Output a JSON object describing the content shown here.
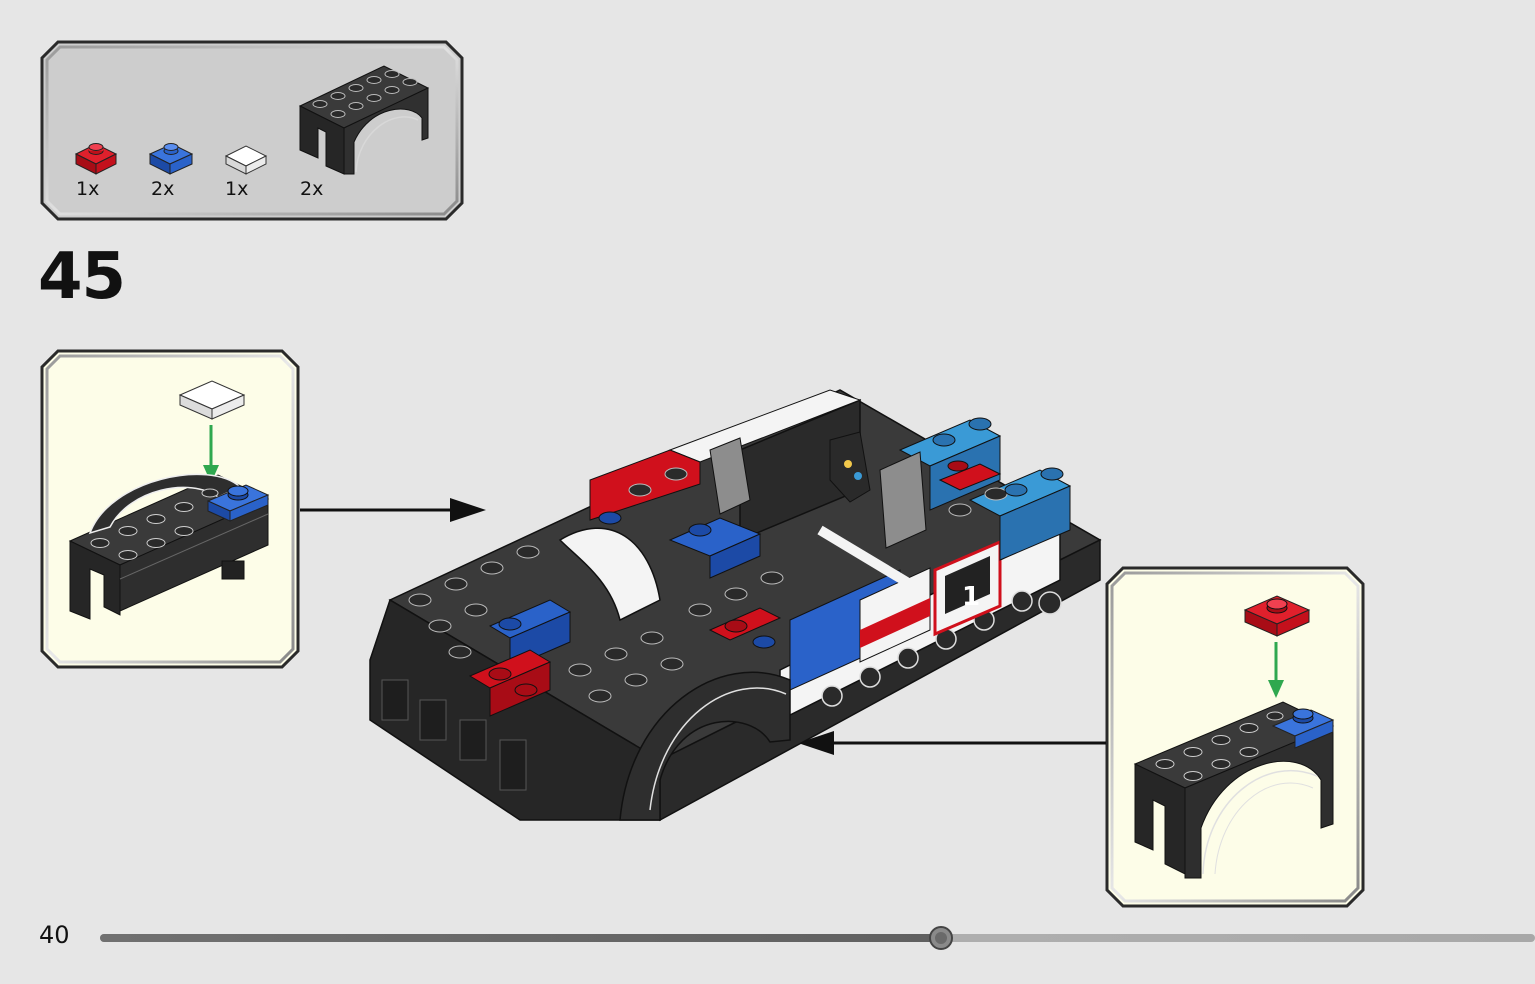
{
  "parts_list": {
    "items": [
      {
        "name": "red-plate-1x1",
        "quantity": "1x",
        "color": "#d0101c"
      },
      {
        "name": "blue-plate-1x2",
        "quantity": "2x",
        "color": "#2a62c9"
      },
      {
        "name": "white-tile-1x1",
        "quantity": "1x",
        "color": "#f4f4f4"
      },
      {
        "name": "black-wheel-arch",
        "quantity": "2x",
        "color": "#2e2e2e"
      }
    ]
  },
  "step": {
    "number": "45"
  },
  "page": {
    "number": "40",
    "progress": 0.59
  },
  "colors": {
    "background": "#e6e6e6",
    "parts_box": "#cfcfcf",
    "callout": "#fdfde8",
    "arrow_green": "#2fa84f",
    "brick_black": "#2e2e2e",
    "brick_grey": "#8d8d8d",
    "brick_red": "#d0101c",
    "brick_blue": "#2a62c9",
    "brick_lightblue": "#3a9ad6"
  }
}
